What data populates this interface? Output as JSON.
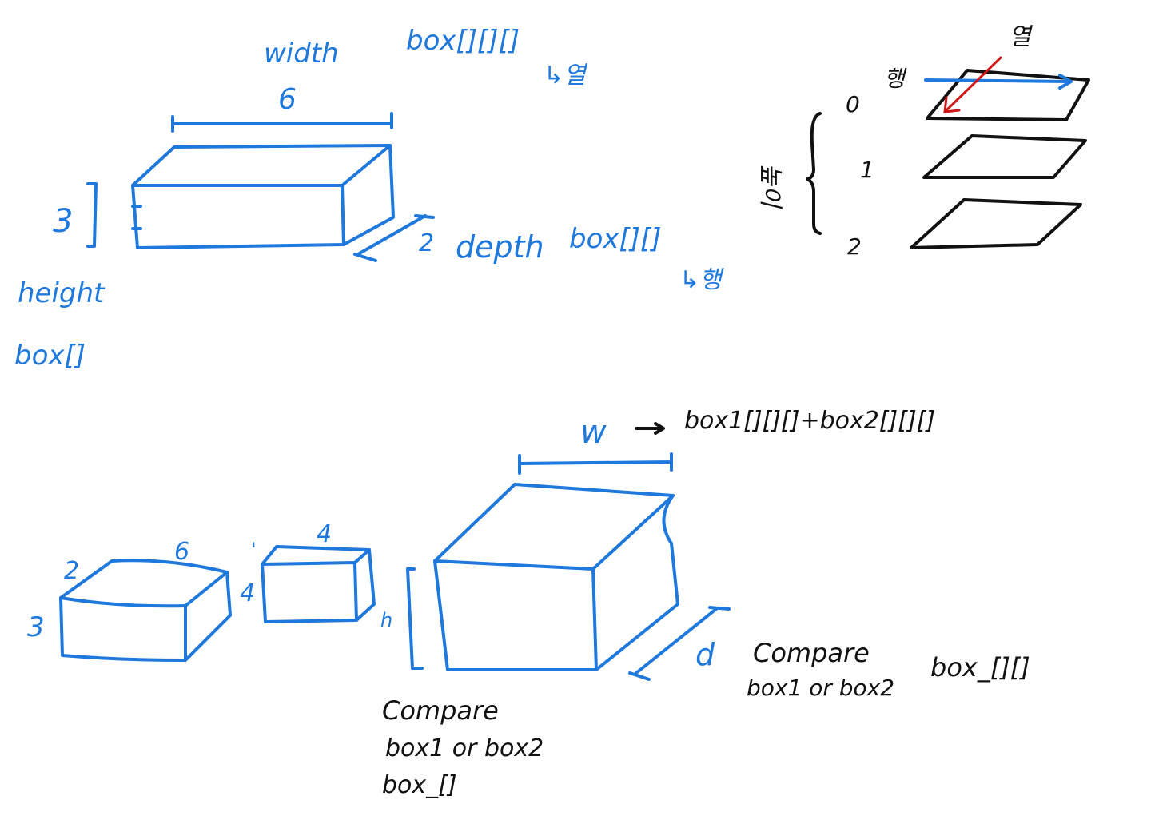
{
  "colors": {
    "blue": "#1f78dc",
    "black": "#111111",
    "red": "#d01818",
    "background": "#ffffff"
  },
  "top_box": {
    "width_label": "width",
    "width_value": "6",
    "width_index": "box[][][]",
    "width_note": "↳열",
    "height_value": "3",
    "height_label": "height",
    "height_index": "box[]",
    "depth_value": "2",
    "depth_label": "depth",
    "depth_index": "box[][]",
    "depth_note": "↳행"
  },
  "layers": {
    "col_label": "열",
    "row_label": "행",
    "height_label": "높이",
    "indices": [
      "0",
      "1",
      "2"
    ]
  },
  "bottom": {
    "box1": {
      "depth": "2",
      "width": "6",
      "height": "3"
    },
    "box2": {
      "top_mark": "'",
      "width": "4",
      "height": "4",
      "depth": "h"
    },
    "big_box": {
      "width": "w",
      "depth": "d"
    },
    "sum_formula": "box1[][][]+box2[][][]",
    "compare1": {
      "line1": "Compare",
      "line2": "box1 or box2",
      "line3": "box_[]"
    },
    "compare2": {
      "line1": "Compare",
      "line2": "box1 or box2",
      "line3": "box_[][]"
    }
  }
}
